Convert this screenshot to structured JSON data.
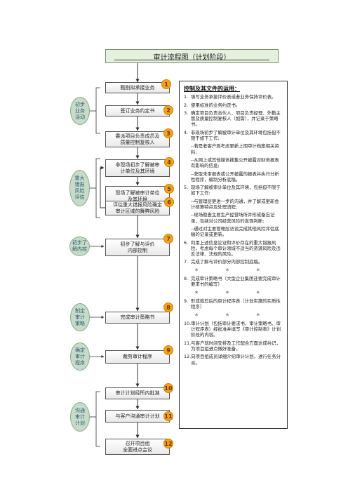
{
  "title": "审计流程图（计划阶段）",
  "phases": [
    {
      "id": "p1",
      "label": "初步\n业务\n活动"
    },
    {
      "id": "p2",
      "label": "重大\n错报\n风险\n评估"
    },
    {
      "id": "p3",
      "label": "初步了\n解内控"
    },
    {
      "id": "p4",
      "label": "制定\n审计\n策略"
    },
    {
      "id": "p5",
      "label": "确定\n审计\n程序"
    },
    {
      "id": "p6",
      "label": "沟通\n审计\n计划"
    }
  ],
  "steps": [
    {
      "n": "1",
      "label": "甄别拟承接业务"
    },
    {
      "n": "2",
      "label": "签订业务约定书"
    },
    {
      "n": "3",
      "label": "委派项目负责成员及\n质量控制复核人"
    },
    {
      "n": "4",
      "label": "非现场初步了解被审\n计单位及其环境"
    },
    {
      "n": "5",
      "label": "现场了解被审计单位\n及其环境"
    },
    {
      "n": "6",
      "label": "评估重大错报风险确定\n审计区域的舞弊风险"
    },
    {
      "n": "7",
      "label": "初步了解与评价\n内部控制"
    },
    {
      "n": "8",
      "label": "完成审计策略书"
    },
    {
      "n": "9",
      "label": "裁剪审计程序"
    },
    {
      "n": "10",
      "label": "审计计划经所内批准"
    },
    {
      "n": "11",
      "label": "与客户沟通审计计划"
    },
    {
      "n": "12",
      "label": "召开项目组\n全面进点会议"
    }
  ],
  "panel": {
    "heading": "控制及其文件的运用：",
    "stars": "＊ ＊ ＊",
    "items": [
      {
        "n": "1.",
        "text": "填写业务承接评价表或者业务保持评价表。"
      },
      {
        "n": "2.",
        "text": "使用标准的业务约定书。"
      },
      {
        "n": "3.",
        "text": "确定项目负责合伙人、项目负责经理、外勤主管及质量控制复核人（如需），并记录于策略书。"
      },
      {
        "n": "4.",
        "text": "非现场初步了解被审计单位及其环境包括但不限于如下工作:"
      },
      {
        "sub": "--若是老客户则考虑更新上期审计档案相关资料;"
      },
      {
        "sub": "--从网上或其他媒体搜集公开披露对财务报表有影响的信息;"
      },
      {
        "sub": "--获取未审报表或公开披露的报表并执行分析性程序，编制分析底稿。"
      },
      {
        "n": "5.",
        "text": "现场了解被审计单位及其环境，包括但不限于如下工作:"
      },
      {
        "sub": "--与管理层更进一步的沟通，并了解或更新会计核算特点及处理流程;"
      },
      {
        "sub": "--现场勘查主要生产经营场所并形成备忘记录，包括对公司经营风险的直观判断;"
      },
      {
        "sub": "--通过对主要管理层访谈完成其他风险评估底稿的记录或更新。"
      },
      {
        "n": "6.",
        "text": "利用上述信息论证和评价存在的重大错报风险，考虑每个审计领域不适当的资源风险及违反法律、法规的风险。"
      },
      {
        "n": "7.",
        "text": "完成了解与评价部分内部控制底稿。",
        "stars": true
      },
      {
        "n": "8.",
        "text": "完成审计策略书（大型企业集团还要完成审计要求书的编写）",
        "stars": true
      },
      {
        "n": "9.",
        "text": "形成裁剪后的审计程序表（计划实施的实质性程序）",
        "stars": true
      },
      {
        "n": "10.",
        "text": "审计计划（包括审计要求书、审计策略书、审计程序表）经批准并填写《审计控制表》计划阶段的内容。"
      },
      {
        "n": "11.",
        "text": "与客户就时间安排及工作配合方面达成共识，为项目组进点做好准备。"
      },
      {
        "n": "12.",
        "text": "向项目组成员详细介绍审计计划，进行任务分派。"
      }
    ]
  }
}
